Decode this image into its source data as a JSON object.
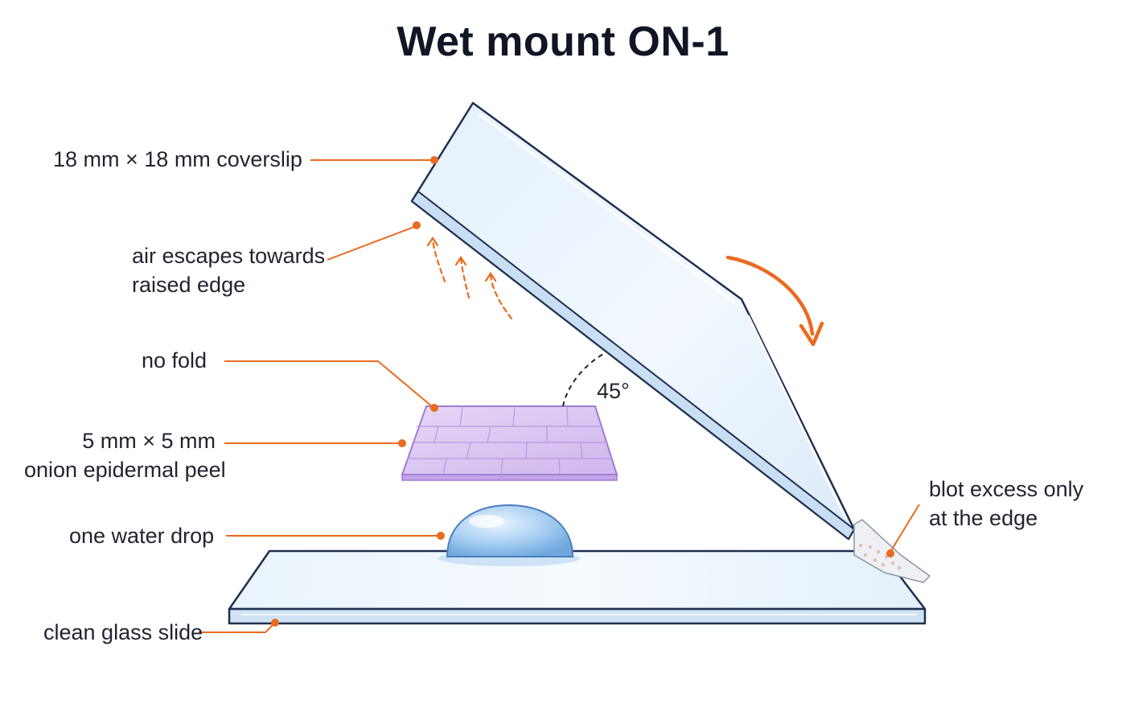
{
  "title": "Wet mount ON-1",
  "labels": {
    "coverslip": "18 mm × 18 mm coverslip",
    "air_line1": "air escapes towards",
    "air_line2": "raised edge",
    "no_fold": "no fold",
    "peel_line1": "5 mm × 5 mm",
    "peel_line2": "onion epidermal peel",
    "water_drop": "one water drop",
    "glass_slide": "clean glass slide",
    "blot_line1": "blot excess only",
    "blot_line2": "at the edge",
    "angle": "45°"
  },
  "colors": {
    "accent": "#ea6a1f",
    "outline": "#1e3050",
    "glass": "#dcecf8",
    "peel": "#d9c6f2",
    "peel_edge": "#a07ad6",
    "drop": "#9cc6ef"
  }
}
